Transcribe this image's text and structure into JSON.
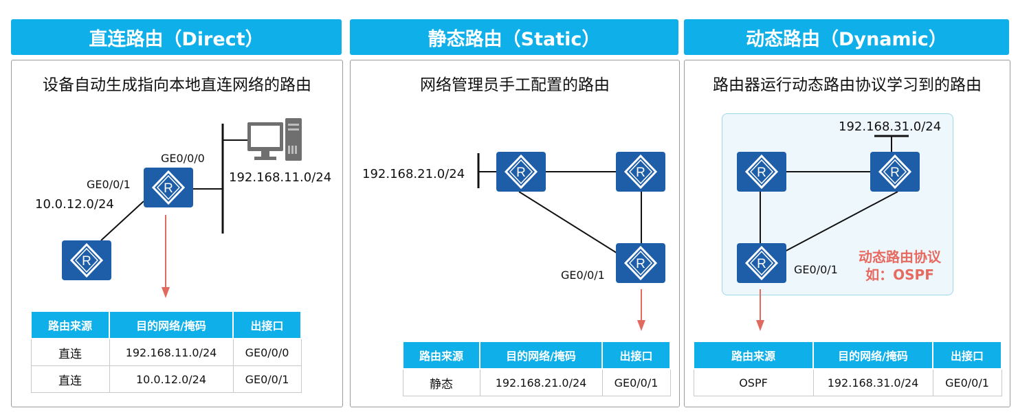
{
  "colors": {
    "header": "#0fb0ea",
    "router": "#1e5ea9",
    "arrow": "#e06a5f",
    "ospf_zone": "#eef8fc",
    "ospf_label": "#e66a60"
  },
  "direct": {
    "title": "直连路由（Direct）",
    "subtitle": "设备自动生成指向本地直连网络的路由",
    "labels": {
      "ge000": "GE0/0/0",
      "ge001": "GE0/0/1",
      "net_left": "10.0.12.0/24",
      "net_right": "192.168.11.0/24"
    },
    "table": {
      "headers": [
        "路由来源",
        "目的网络/掩码",
        "出接口"
      ],
      "rows": [
        [
          "直连",
          "192.168.11.0/24",
          "GE0/0/0"
        ],
        [
          "直连",
          "10.0.12.0/24",
          "GE0/0/1"
        ]
      ]
    }
  },
  "static": {
    "title": "静态路由（Static）",
    "subtitle": "网络管理员手工配置的路由",
    "labels": {
      "net": "192.168.21.0/24",
      "ge001": "GE0/0/1"
    },
    "table": {
      "headers": [
        "路由来源",
        "目的网络/掩码",
        "出接口"
      ],
      "rows": [
        [
          "静态",
          "192.168.21.0/24",
          "GE0/0/1"
        ]
      ]
    }
  },
  "dynamic": {
    "title": "动态路由（Dynamic）",
    "subtitle": "路由器运行动态路由协议学习到的路由",
    "labels": {
      "net": "192.168.31.0/24",
      "ge001": "GE0/0/1",
      "proto_line1": "动态路由协议",
      "proto_line2": "如：OSPF"
    },
    "table": {
      "headers": [
        "路由来源",
        "目的网络/掩码",
        "出接口"
      ],
      "rows": [
        [
          "OSPF",
          "192.168.31.0/24",
          "GE0/0/1"
        ]
      ]
    }
  }
}
